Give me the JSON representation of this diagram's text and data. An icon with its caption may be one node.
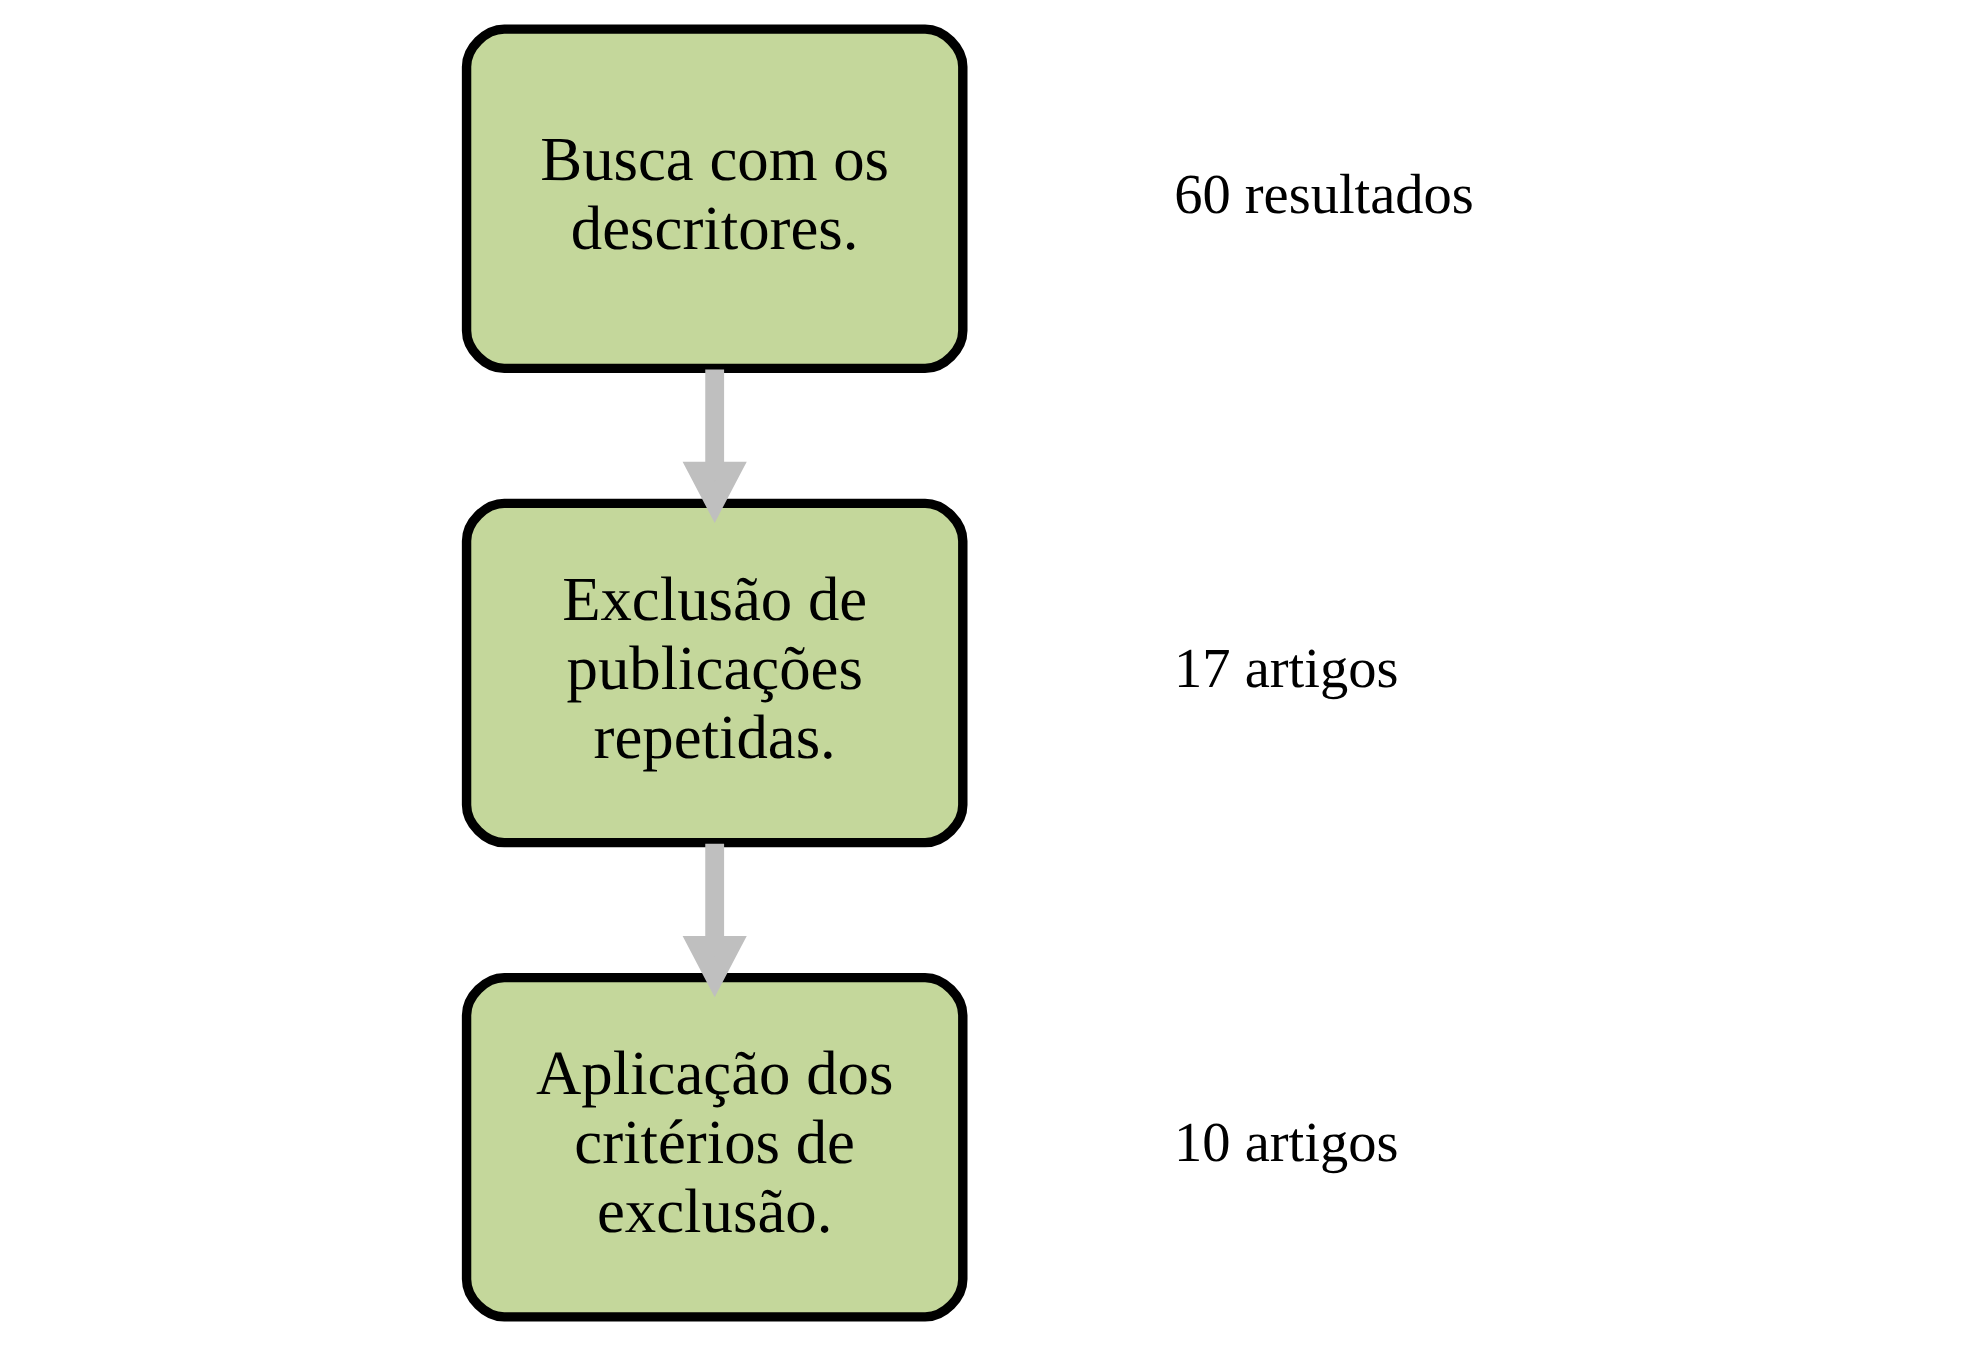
{
  "diagram": {
    "nodes": [
      {
        "text": [
          "Busca com os descritores."
        ],
        "beside": [
          "60 resultados"
        ]
      },
      {
        "text": [
          "Exclusão de publicações repetidas."
        ],
        "beside": [
          "17 artigos"
        ]
      },
      {
        "text": [
          "Aplicação dos critérios de exclusão."
        ],
        "beside": [
          "10 artigos"
        ]
      }
    ],
    "edges": [
      {
        "from": 0,
        "to": 1,
        "arrow": "to"
      },
      {
        "from": 1,
        "to": 2,
        "arrow": "to"
      }
    ]
  }
}
